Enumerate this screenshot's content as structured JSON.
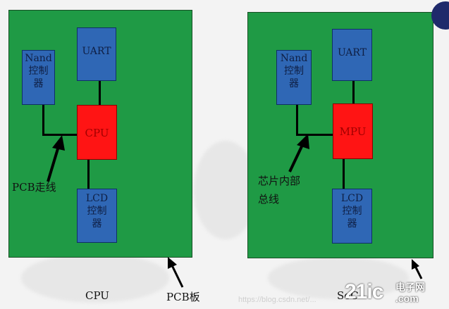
{
  "left_panel": {
    "chip_nand": "Nand\n控制\n器",
    "chip_uart": "UART",
    "chip_cpu": "CPU",
    "chip_lcd": "LCD\n控制\n器",
    "bus_label": "PCB走线",
    "caption": "CPU",
    "board_label": "PCB板"
  },
  "right_panel": {
    "chip_nand": "Nand\n控制\n器",
    "chip_uart": "UART",
    "chip_mpu": "MPU",
    "chip_lcd": "LCD\n控制\n器",
    "bus_label": "芯片内部\n总线",
    "caption": "SoC"
  },
  "watermark_text": "https://blog.csdn.net/...",
  "brand": {
    "logo": "21ic",
    "line1": "电子网",
    "line2": ".com"
  },
  "colors": {
    "board": "#1f9a45",
    "chip": "#2f67b5",
    "processor": "#ff1414",
    "wire": "#000000"
  }
}
